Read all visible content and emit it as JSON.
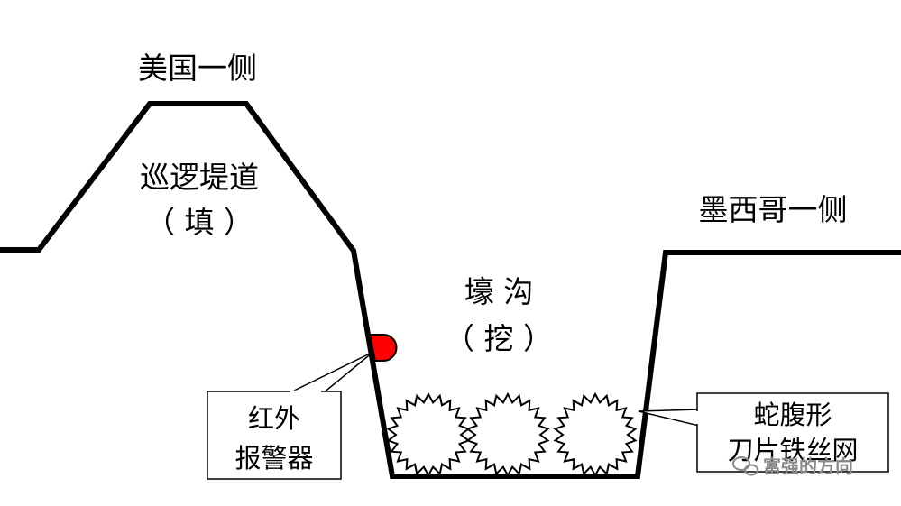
{
  "labels": {
    "us_side": "美国一侧",
    "patrol_road_line1": "巡逻堤道",
    "patrol_road_line2": "（ 填 ）",
    "mexico_side": "墨西哥一侧",
    "trench_line1": "壕 沟",
    "trench_line2": "（ 挖 ）",
    "ir_alarm_line1": "红外",
    "ir_alarm_line2": "报警器",
    "razor_wire_line1": "蛇腹形",
    "razor_wire_line2": "刀片铁丝网"
  },
  "watermark": {
    "text": "富强的方向",
    "icon": "wechat-icon"
  },
  "colors": {
    "outline": "#000000",
    "alarm": "#ff0000",
    "watermark": "#8a8a8a"
  }
}
